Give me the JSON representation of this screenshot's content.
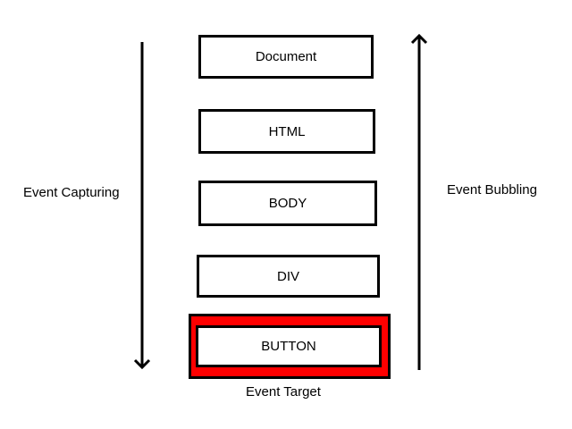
{
  "diagram": {
    "boxes": {
      "document": "Document",
      "html": "HTML",
      "body": "BODY",
      "div": "DIV",
      "button": "BUTTON"
    },
    "labels": {
      "capturing": "Event Capturing",
      "bubbling": "Event Bubbling",
      "target": "Event Target"
    },
    "colors": {
      "target_highlight": "#ff0000",
      "stroke": "#000000",
      "background": "#ffffff"
    },
    "arrows": {
      "capturing_direction": "down",
      "bubbling_direction": "up"
    }
  }
}
